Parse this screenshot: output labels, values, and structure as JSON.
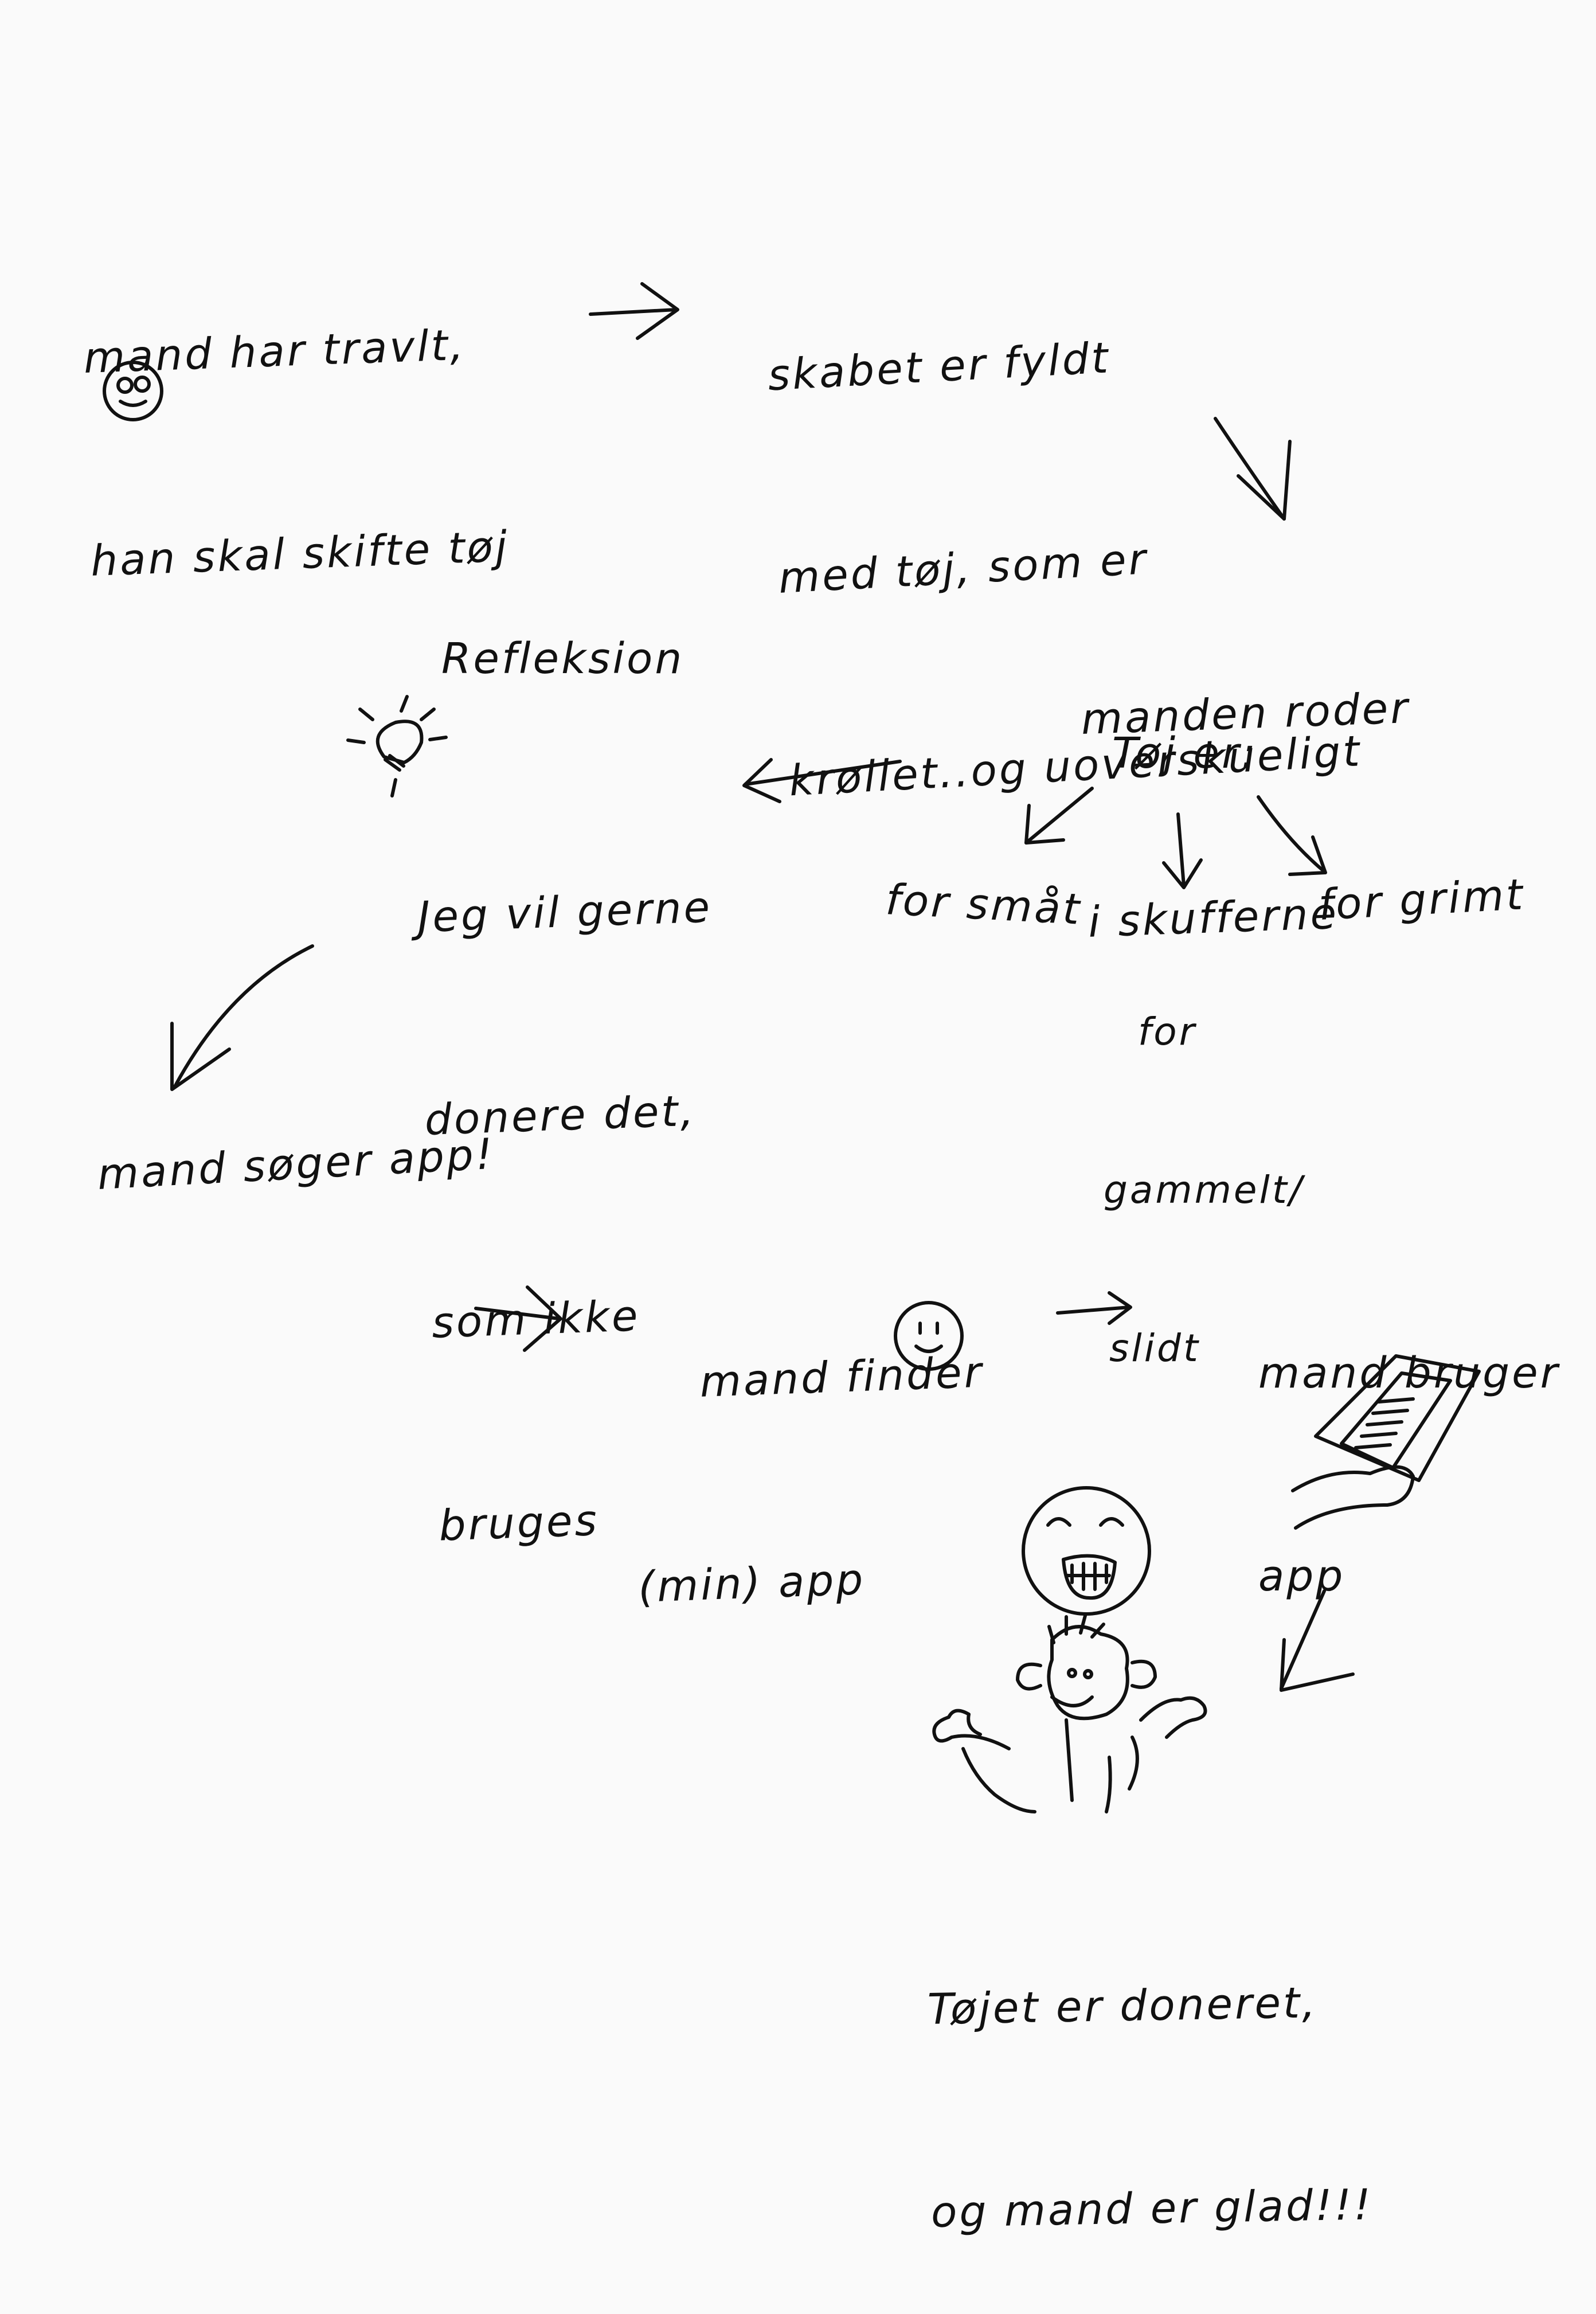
{
  "steps": {
    "busy": {
      "line1": "mand har travlt,",
      "line2": "han skal skifte tøj"
    },
    "closet": {
      "line1": "skabet er fyldt",
      "line2": "med tøj, som er",
      "line3": "krøllet..og uoverskueligt"
    },
    "drawers": {
      "line1": "manden roder",
      "line2": "i skufferne"
    },
    "clothes_are": "Tøj er:",
    "too_small": "for småt",
    "too_old": {
      "line1": "for",
      "line2": "gammelt/",
      "line3": "slidt"
    },
    "too_ugly": "for grimt",
    "reflection": {
      "title": "Refleksion",
      "line1": "Jeg vil gerne",
      "line2": "donere det,",
      "line3": "som ikke",
      "line4": "bruges"
    },
    "search_app": "mand søger app!",
    "find_app": {
      "line1": "mand finder",
      "line2": "(min) app"
    },
    "use_app": {
      "line1": "mand bruger",
      "line2": "app"
    },
    "result": {
      "line1": "Tøjet er doneret,",
      "line2": "og mand er glad!!!"
    }
  }
}
